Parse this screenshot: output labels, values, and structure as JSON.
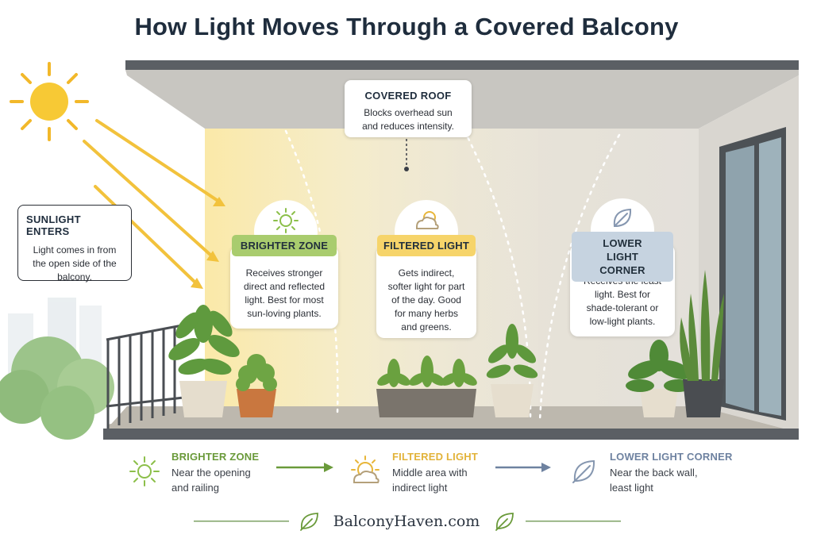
{
  "title": "How Light Moves Through a Covered Balcony",
  "roof": {
    "title": "COVERED ROOF",
    "text": "Blocks overhead sun and reduces intensity."
  },
  "sunlight": {
    "title": "SUNLIGHT ENTERS",
    "text": "Light comes in from the open side of the balcony."
  },
  "zones": {
    "bright": {
      "label": "BRIGHTER ZONE",
      "text": "Receives stronger direct and reflected light. Best for most sun-loving plants.",
      "icon": "sun-icon",
      "color": "#a9cc6e"
    },
    "filtered": {
      "label": "FILTERED LIGHT",
      "text": "Gets indirect, softer light for part of the day. Good for many herbs and greens.",
      "icon": "cloud-sun-icon",
      "color": "#f6d46a"
    },
    "low": {
      "label": "LOWER LIGHT CORNER",
      "text": "Receives the least light. Best for shade-tolerant or low-light plants.",
      "icon": "leaf-icon",
      "color": "#c6d3e0"
    }
  },
  "legend": {
    "bright": {
      "title": "BRIGHTER ZONE",
      "line1": "Near the opening",
      "line2": "and railing"
    },
    "filtered": {
      "title": "FILTERED LIGHT",
      "line1": "Middle area with",
      "line2": "indirect light"
    },
    "low": {
      "title": "LOWER LIGHT CORNER",
      "line1": "Near the back wall,",
      "line2": "least light"
    }
  },
  "footer": {
    "brand": "BalconyHaven.com"
  }
}
